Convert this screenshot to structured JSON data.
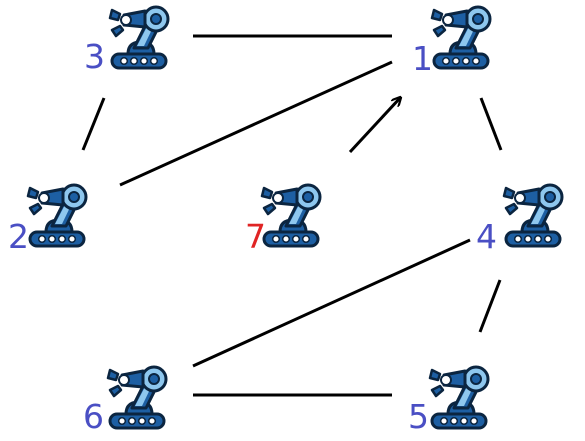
{
  "robots": [
    {
      "id": "r1",
      "label": "1",
      "color": "#4a4fc4"
    },
    {
      "id": "r2",
      "label": "2",
      "color": "#4a4fc4"
    },
    {
      "id": "r3",
      "label": "3",
      "color": "#4a4fc4"
    },
    {
      "id": "r4",
      "label": "4",
      "color": "#4a4fc4"
    },
    {
      "id": "r5",
      "label": "5",
      "color": "#4a4fc4"
    },
    {
      "id": "r6",
      "label": "6",
      "color": "#4a4fc4"
    },
    {
      "id": "r7",
      "label": "7",
      "color": "#e02424"
    }
  ],
  "edges": [
    {
      "from": "3",
      "to": "1",
      "directed": false
    },
    {
      "from": "3",
      "to": "2",
      "directed": false
    },
    {
      "from": "2",
      "to": "1",
      "directed": false
    },
    {
      "from": "7",
      "to": "1",
      "directed": true
    },
    {
      "from": "1",
      "to": "4",
      "directed": false
    },
    {
      "from": "4",
      "to": "6",
      "directed": false
    },
    {
      "from": "4",
      "to": "5",
      "directed": false
    },
    {
      "from": "6",
      "to": "5",
      "directed": false
    }
  ],
  "icon": "robot-arm-icon",
  "colors": {
    "robot_dark": "#1d5fa3",
    "robot_light": "#8ec7ee",
    "outline": "#0b2540",
    "edge": "#000000"
  }
}
